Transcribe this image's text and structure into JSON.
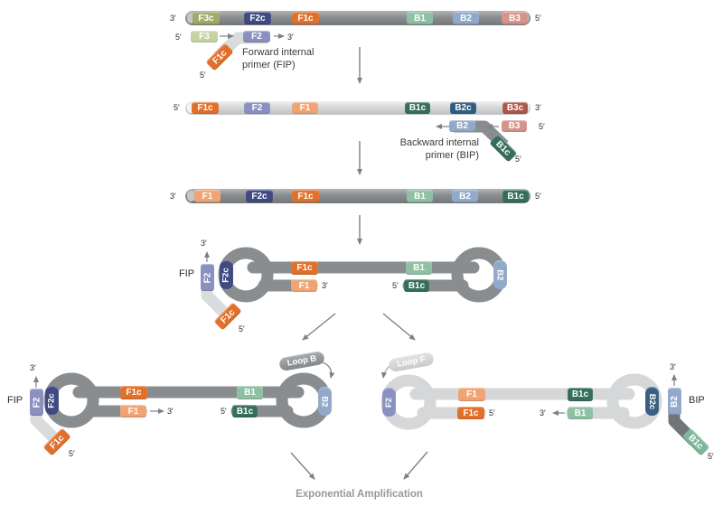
{
  "palette": {
    "tube_dark": "#8a8d90",
    "tube_light": "#d6d7d8",
    "elbow_light": "#dadbdc",
    "elbow_dark": "#8a8d90",
    "elbow_darker": "#71757a",
    "arrow": "#7d8084",
    "footer_text": "#96989b"
  },
  "primes": {
    "p3": "3′",
    "p5": "5′"
  },
  "captions": {
    "fip_line1": "Forward internal",
    "fip_line2": "primer (FIP)",
    "bip_line1": "Backward internal",
    "bip_line2": "primer (BIP)",
    "fip_short": "FIP",
    "bip_short": "BIP",
    "loop_b": "Loop B",
    "loop_f": "Loop F"
  },
  "strand1": {
    "left_end": "3′",
    "right_end": "5′",
    "segments": [
      {
        "label": "F3c",
        "color": "#9fab69"
      },
      {
        "label": "F2c",
        "color": "#3e4a81"
      },
      {
        "label": "F1c",
        "color": "#e1702b"
      },
      {
        "label": "B1",
        "color": "#8fc0a4"
      },
      {
        "label": "B2",
        "color": "#92a9ca"
      },
      {
        "label": "B3",
        "color": "#d5938b"
      }
    ]
  },
  "fip_primer": {
    "five": "5′",
    "three": "3′",
    "tail_five": "5′",
    "f3": {
      "label": "F3",
      "color": "#c6d2a3"
    },
    "f2": {
      "label": "F2",
      "color": "#8a91c0"
    },
    "f1c": {
      "label": "F1c",
      "color": "#e1702b"
    }
  },
  "strand2": {
    "left_end": "5′",
    "right_end": "3′",
    "segments": [
      {
        "label": "F1c",
        "color": "#e1702b"
      },
      {
        "label": "F2",
        "color": "#8a91c0"
      },
      {
        "label": "F1",
        "color": "#f0a473"
      },
      {
        "label": "B1c",
        "color": "#356f5b"
      },
      {
        "label": "B2c",
        "color": "#2f5c80"
      },
      {
        "label": "B3c",
        "color": "#ad564c"
      }
    ]
  },
  "bip_primer": {
    "five_b3": "5′",
    "tail_five": "5′",
    "b2": {
      "label": "B2",
      "color": "#92a9ca"
    },
    "b3": {
      "label": "B3",
      "color": "#d5938b"
    },
    "b1c": {
      "label": "B1c",
      "color": "#356f5b"
    }
  },
  "strand3": {
    "left_end": "3′",
    "right_end": "5′",
    "segments": [
      {
        "label": "F1",
        "color": "#f0a473"
      },
      {
        "label": "F2c",
        "color": "#3e4a81"
      },
      {
        "label": "F1c",
        "color": "#e1702b"
      },
      {
        "label": "B1",
        "color": "#8fc0a4"
      },
      {
        "label": "B2",
        "color": "#92a9ca"
      },
      {
        "label": "B1c",
        "color": "#356f5b"
      }
    ]
  },
  "mid": {
    "fip": "FIP",
    "three": "3′",
    "tail_five": "5′",
    "f1_three": "3′",
    "five_b1c": "5′",
    "f2": {
      "label": "F2",
      "color": "#8a91c0"
    },
    "f2c": {
      "label": "F2c",
      "color": "#3e4a81"
    },
    "f1c_tail": {
      "label": "F1c",
      "color": "#e1702b"
    },
    "f1c": {
      "label": "F1c",
      "color": "#e1702b"
    },
    "b1": {
      "label": "B1",
      "color": "#8fc0a4"
    },
    "f1": {
      "label": "F1",
      "color": "#f0a473"
    },
    "b1c": {
      "label": "B1c",
      "color": "#356f5b"
    },
    "b2": {
      "label": "B2",
      "color": "#92a9ca"
    }
  },
  "bl": {
    "fip": "FIP",
    "three": "3′",
    "tail_five": "5′",
    "f1_three": "3′",
    "five_b1c": "5′",
    "loop": "Loop B",
    "f2": {
      "label": "F2",
      "color": "#8a91c0"
    },
    "f2c": {
      "label": "F2c",
      "color": "#3e4a81"
    },
    "f1c_tail": {
      "label": "F1c",
      "color": "#e1702b"
    },
    "f1c": {
      "label": "F1c",
      "color": "#e1702b"
    },
    "b1": {
      "label": "B1",
      "color": "#8fc0a4"
    },
    "f1": {
      "label": "F1",
      "color": "#f0a473"
    },
    "b1c": {
      "label": "B1c",
      "color": "#356f5b"
    },
    "b2": {
      "label": "B2",
      "color": "#92a9ca"
    }
  },
  "br": {
    "bip": "BIP",
    "three": "3′",
    "tail_five": "5′",
    "b1_three": "3′",
    "five_f1c": "5′",
    "loop": "Loop F",
    "f2": {
      "label": "F2",
      "color": "#8a91c0"
    },
    "f1": {
      "label": "F1",
      "color": "#f0a473"
    },
    "b1c_top": {
      "label": "B1c",
      "color": "#356f5b"
    },
    "f1c": {
      "label": "F1c",
      "color": "#e1702b"
    },
    "b1": {
      "label": "B1",
      "color": "#8fc0a4"
    },
    "b2c": {
      "label": "B2c",
      "color": "#3a5f82"
    },
    "b2": {
      "label": "B2",
      "color": "#92a9ca"
    },
    "b1c_tail": {
      "label": "B1c",
      "color": "#7db89a"
    }
  },
  "footer": {
    "label": "Exponential Amplification"
  }
}
